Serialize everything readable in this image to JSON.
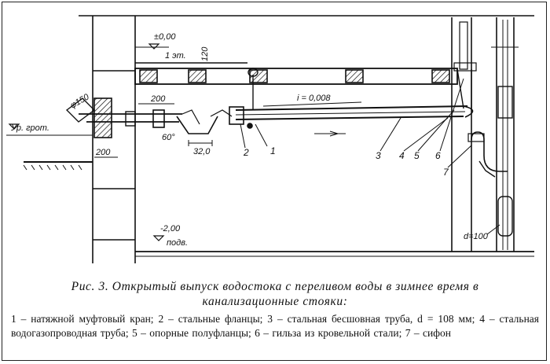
{
  "figure": {
    "labels": {
      "level_top": "±0,00",
      "floor_top": "1 эт.",
      "dim_120": "120",
      "slope": "i = 0,008",
      "dim_200_top": "200",
      "diam_150": "φ150",
      "ground_mark": "Ур. грот.",
      "dim_200_side": "200",
      "dim_320": "32,0",
      "angle": "60°",
      "level_bottom": "-2,00",
      "floor_bottom": "подв.",
      "diam_100": "d=100",
      "callouts": [
        "1",
        "2",
        "3",
        "4",
        "5",
        "6",
        "7"
      ]
    }
  },
  "caption": {
    "title_line1": "Рис.   3. Открытый выпуск водостока с переливом воды в зимнее время в",
    "title_line2": "канализационные   стояки:",
    "legend": "1 – натяжной муфтовый кран; 2 – стальные фланцы; 3 – стальная бесшовная труба, d = 108 мм; 4 – стальная водогазопроводная труба; 5 – опорные полуфланцы; 6 – гильза из кровельной стали; 7 – сифон"
  }
}
